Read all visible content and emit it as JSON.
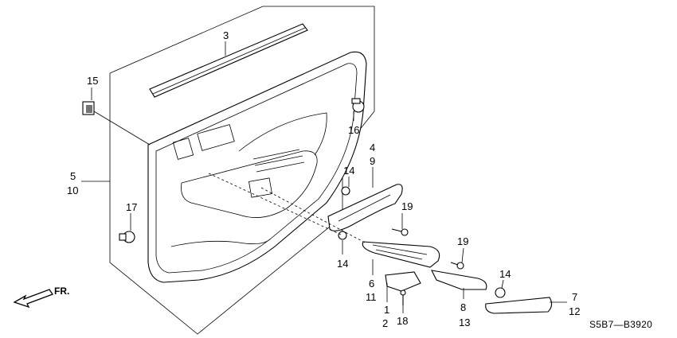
{
  "callouts": [
    {
      "id": "c1",
      "text": "1"
    },
    {
      "id": "c2",
      "text": "2"
    },
    {
      "id": "c3",
      "text": "3"
    },
    {
      "id": "c4",
      "text": "4"
    },
    {
      "id": "c5",
      "text": "5"
    },
    {
      "id": "c6",
      "text": "6"
    },
    {
      "id": "c7",
      "text": "7"
    },
    {
      "id": "c8",
      "text": "8"
    },
    {
      "id": "c9",
      "text": "9"
    },
    {
      "id": "c10",
      "text": "10"
    },
    {
      "id": "c11",
      "text": "11"
    },
    {
      "id": "c12",
      "text": "12"
    },
    {
      "id": "c13",
      "text": "13"
    },
    {
      "id": "c14a",
      "text": "14"
    },
    {
      "id": "c14b",
      "text": "14"
    },
    {
      "id": "c14c",
      "text": "14"
    },
    {
      "id": "c15",
      "text": "15"
    },
    {
      "id": "c16",
      "text": "16"
    },
    {
      "id": "c17",
      "text": "17"
    },
    {
      "id": "c18",
      "text": "18"
    },
    {
      "id": "c19a",
      "text": "19"
    },
    {
      "id": "c19b",
      "text": "19"
    }
  ],
  "front_indicator": "FR.",
  "diagram_code": "S5B7—B3920"
}
